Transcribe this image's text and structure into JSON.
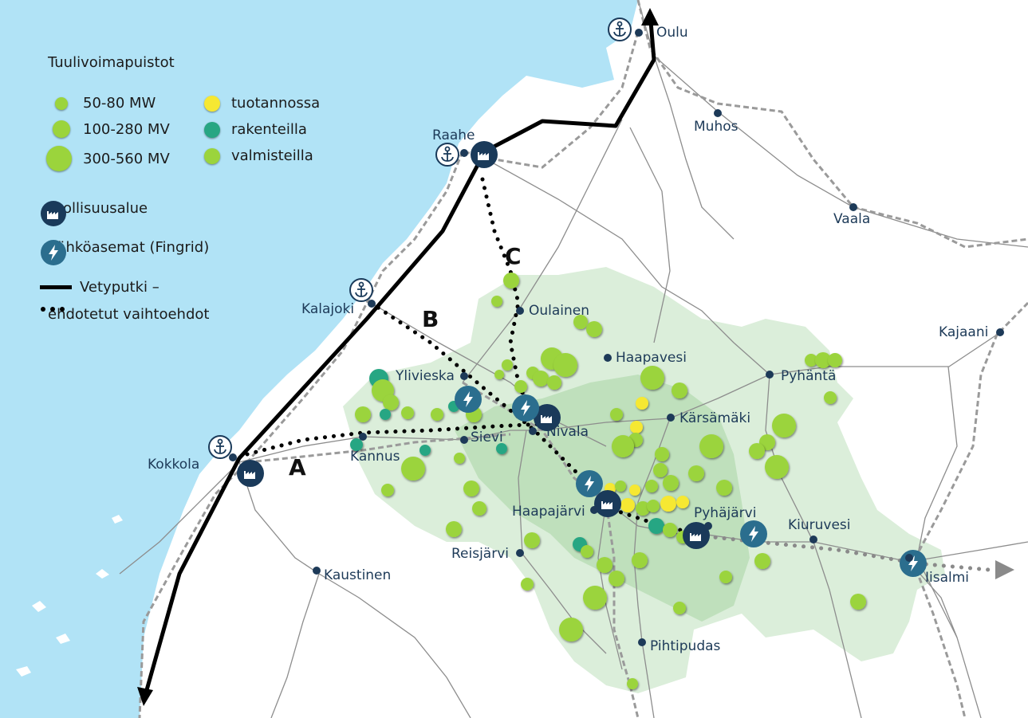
{
  "colors": {
    "sea": "#b1e3f6",
    "land": "#ffffff",
    "region_light": "#dbeeda",
    "region_dark": "#bfe0bc",
    "road": "#8d8d8d",
    "rail": "#9a9a9a",
    "city": "#1d3a58",
    "industry": "#1a3a5a",
    "substation": "#2b6e8e",
    "in_production": "#f6e832",
    "under_construction": "#27a683",
    "in_preparation": "#9bd43c",
    "pipeline": "#000000",
    "extension": "#8a8a8a"
  },
  "legend": {
    "title": "Tuulivoimapuistot",
    "sizes": [
      {
        "label": "50-80 MW"
      },
      {
        "label": "100-280 MV"
      },
      {
        "label": "300-560 MV"
      }
    ],
    "statuses": [
      {
        "label": "tuotannossa",
        "color": "#f6e832"
      },
      {
        "label": "rakenteilla",
        "color": "#27a683"
      },
      {
        "label": "valmisteilla",
        "color": "#9bd43c"
      }
    ],
    "industry_label": "Teollisuusalue",
    "substation_label": "Sähköasemat (Fingrid)",
    "pipeline_label": "Vetyputki –",
    "alternatives_label": "ehdotetut vaihtoehdot",
    "industry_icon": "factory-icon",
    "substation_icon": "lightning-bolt-icon",
    "harbor_icon": "anchor-icon"
  },
  "cities": [
    {
      "name": "Oulu"
    },
    {
      "name": "Muhos"
    },
    {
      "name": "Raahe"
    },
    {
      "name": "Vaala"
    },
    {
      "name": "Kalajoki"
    },
    {
      "name": "Oulainen"
    },
    {
      "name": "Haapavesi"
    },
    {
      "name": "Kajaani"
    },
    {
      "name": "Ylivieska"
    },
    {
      "name": "Pyhäntä"
    },
    {
      "name": "Kärsämäki"
    },
    {
      "name": "Nivala"
    },
    {
      "name": "Sievi"
    },
    {
      "name": "Kokkola"
    },
    {
      "name": "Kannus"
    },
    {
      "name": "Haapajärvi"
    },
    {
      "name": "Pyhäjärvi"
    },
    {
      "name": "Kiuruvesi"
    },
    {
      "name": "Reisjärvi"
    },
    {
      "name": "Iisalmi"
    },
    {
      "name": "Kaustinen"
    },
    {
      "name": "Pihtipudas"
    }
  ],
  "route_labels": [
    "A",
    "B",
    "C"
  ]
}
